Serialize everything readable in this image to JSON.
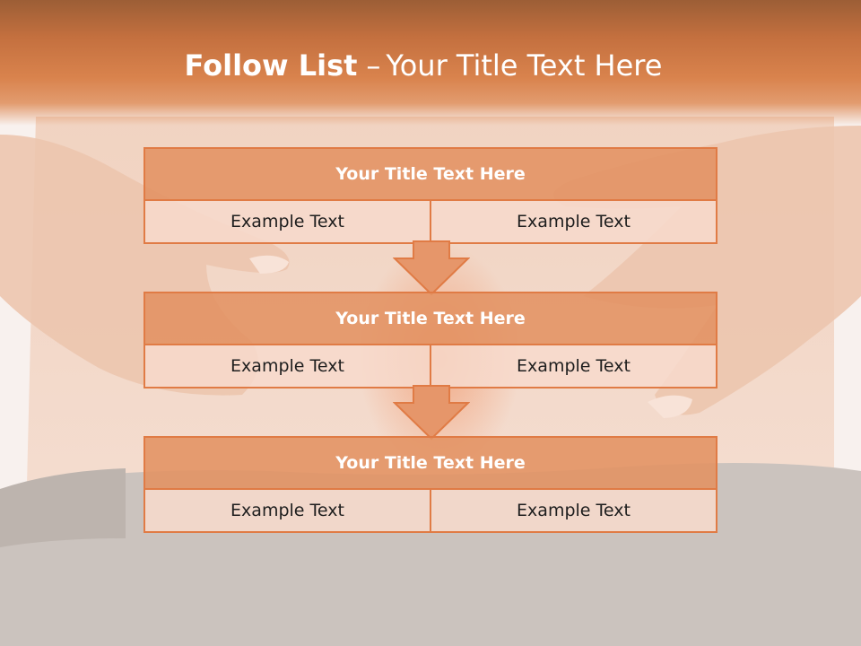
{
  "slide": {
    "title_bold": "Follow List",
    "title_dash": "–",
    "title_rest": "Your Title Text Here"
  },
  "steps": [
    {
      "title": "Your Title Text Here",
      "left": "Example Text",
      "right": "Example Text"
    },
    {
      "title": "Your Title Text Here",
      "left": "Example Text",
      "right": "Example Text"
    },
    {
      "title": "Your Title Text Here",
      "left": "Example Text",
      "right": "Example Text"
    }
  ],
  "colors": {
    "accent": "#e07b45",
    "header": "#d9834d",
    "title_box": "#e29262",
    "cell_box": "#f7dacc"
  },
  "background": {
    "image": "photo of hands on abdomen"
  }
}
